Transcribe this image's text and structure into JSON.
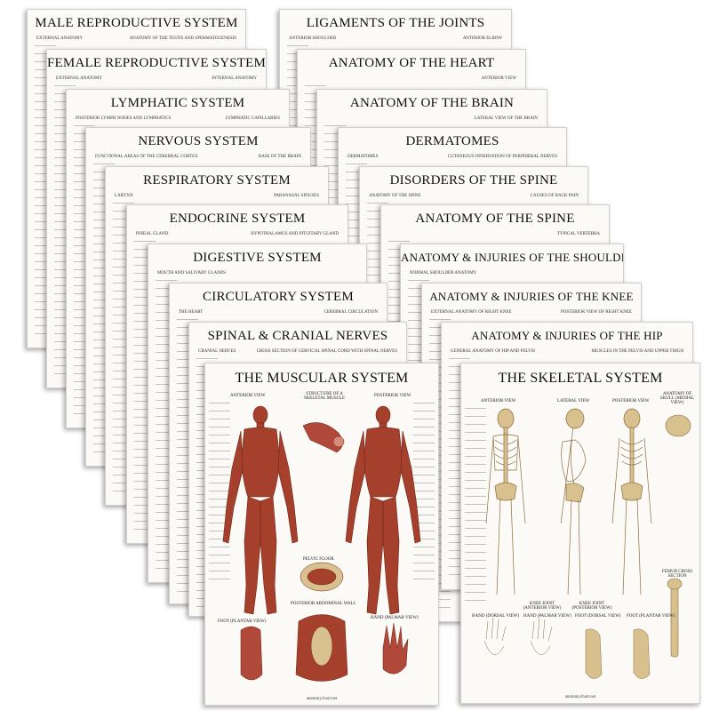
{
  "left_stack": [
    {
      "title": "MALE REPRODUCTIVE SYSTEM",
      "sub": [
        "EXTERNAL ANATOMY",
        "ANATOMY OF THE TESTIS AND SPERMATOGENESIS"
      ]
    },
    {
      "title": "FEMALE REPRODUCTIVE SYSTEM",
      "sub": [
        "EXTERNAL ANATOMY",
        "INTERNAL ANATOMY"
      ]
    },
    {
      "title": "LYMPHATIC SYSTEM",
      "sub": [
        "POSTERIOR LYMPH NODES AND LYMPHATICS",
        "LYMPHATIC CAPILLARIES"
      ]
    },
    {
      "title": "NERVOUS SYSTEM",
      "sub": [
        "FUNCTIONAL AREAS OF THE CEREBRAL CORTEX",
        "BASE OF THE BRAIN"
      ]
    },
    {
      "title": "RESPIRATORY SYSTEM",
      "sub": [
        "LARYNX",
        "PARANASAL SINUSES"
      ]
    },
    {
      "title": "ENDOCRINE SYSTEM",
      "sub": [
        "PINEAL GLAND",
        "HYPOTHALAMUS AND PITUITARY GLAND"
      ]
    },
    {
      "title": "DIGESTIVE SYSTEM",
      "sub": [
        "MOUTH AND SALIVARY GLANDS",
        ""
      ]
    },
    {
      "title": "CIRCULATORY SYSTEM",
      "sub": [
        "THE HEART",
        "CEREBRAL CIRCULATION"
      ]
    },
    {
      "title": "SPINAL & CRANIAL NERVES",
      "sub": [
        "CRANIAL NERVES",
        "CROSS SECTION OF CERVICAL SPINAL CORD WITH SPINAL NERVES"
      ]
    }
  ],
  "right_stack": [
    {
      "title": "LIGAMENTS OF THE JOINTS",
      "sub": [
        "ANTERIOR SHOULDER",
        "ANTERIOR ELBOW"
      ]
    },
    {
      "title": "ANATOMY OF THE HEART",
      "sub": [
        "",
        "ANTERIOR VIEW"
      ]
    },
    {
      "title": "ANATOMY OF THE BRAIN",
      "sub": [
        "",
        "LATERAL VIEW OF THE BRAIN"
      ]
    },
    {
      "title": "DERMATOMES",
      "sub": [
        "DERMATOMES",
        "CUTANEOUS INNERVATION OF PERIPHERAL NERVES"
      ]
    },
    {
      "title": "DISORDERS OF THE SPINE",
      "sub": [
        "ANATOMY OF THE SPINE",
        "CAUSES OF BACK PAIN"
      ]
    },
    {
      "title": "ANATOMY OF THE SPINE",
      "sub": [
        "",
        "TYPICAL VERTEBRA"
      ]
    },
    {
      "title": "ANATOMY & INJURIES OF THE SHOULDER",
      "sub": [
        "NORMAL SHOULDER ANATOMY",
        ""
      ]
    },
    {
      "title": "ANATOMY & INJURIES OF THE KNEE",
      "sub": [
        "EXTERNAL ANATOMY OF RIGHT KNEE",
        "POSTERIOR VIEW OF RIGHT KNEE"
      ]
    },
    {
      "title": "ANATOMY & INJURIES OF THE HIP",
      "sub": [
        "GENERAL ANATOMY OF HIP AND PELVIS",
        "MUSCLES IN THE PELVIS AND UPPER THIGH"
      ]
    }
  ],
  "muscular": {
    "title": "THE MUSCULAR SYSTEM",
    "anterior": "ANTERIOR VIEW",
    "structure": "STRUCTURE OF A SKELETAL MUSCLE",
    "posterior": "POSTERIOR VIEW",
    "pelvic": "PELVIC FLOOR",
    "abdominal": "POSTERIOR ABDOMINAL WALL",
    "foot": "FOOT (PLANTAR VIEW)",
    "hand": "HAND (PALMAR VIEW)",
    "footer": "anatomychart.net"
  },
  "skeletal": {
    "title": "THE SKELETAL SYSTEM",
    "anterior": "ANTERIOR VIEW",
    "lateral": "LATERAL VIEW",
    "posterior": "POSTERIOR VIEW",
    "skull": "ANATOMY OF SKULL (MEDIAL VIEW)",
    "knee_ant": "KNEE JOINT (ANTERIOR VIEW)",
    "knee_post": "KNEE JOINT (POSTERIOR VIEW)",
    "femur": "FEMUR CROSS SECTION",
    "hand_dorsal": "HAND (DORSAL VIEW)",
    "hand_palmar": "HAND (PALMAR VIEW)",
    "foot_dorsal": "FOOT (DORSAL VIEW)",
    "foot_plantar": "FOOT (PLANTAR VIEW)",
    "footer": "anatomychart.net"
  },
  "colors": {
    "muscle": "#a5402c",
    "muscle_dark": "#7a2a1c",
    "bone": "#d9c08f",
    "bone_dark": "#9c7f4e",
    "paper": "#fbfaf7"
  }
}
